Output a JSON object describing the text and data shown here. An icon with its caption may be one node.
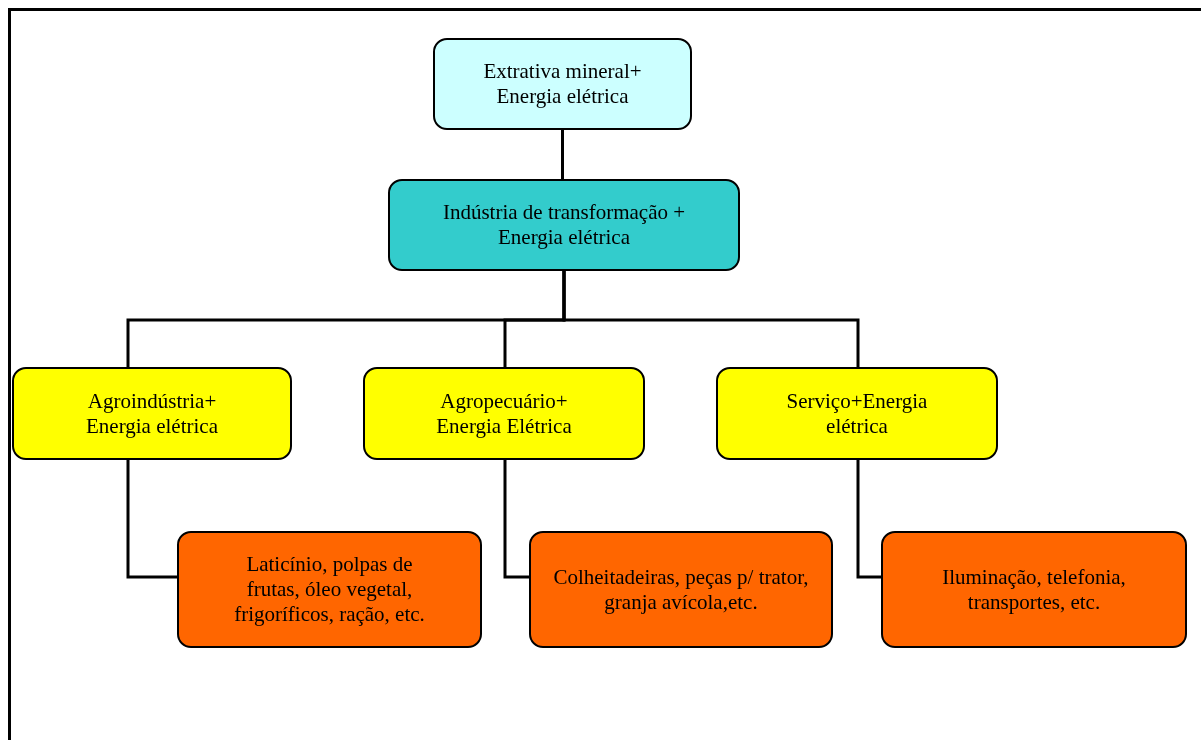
{
  "diagram": {
    "nodes": [
      {
        "text": [
          "Extrativa mineral+ Energia elétrica"
        ]
      },
      {
        "text": [
          "Indústria de transformação + Energia elétrica"
        ]
      },
      {
        "text": [
          "Agroindústria+ Energia elétrica"
        ]
      },
      {
        "text": [
          "Agropecuário+ Energia Elétrica"
        ]
      },
      {
        "text": [
          "Serviço+Energia elétrica"
        ]
      },
      {
        "text": [
          "Laticínio, polpas de frutas, óleo vegetal, frigoríficos, ração, etc."
        ]
      },
      {
        "text": [
          "Colheitadeiras, peças p/ trator, granja avícola,etc."
        ]
      },
      {
        "text": [
          "Iluminação, telefonia, transportes, etc."
        ]
      }
    ],
    "edges": [
      {
        "from": 0,
        "to": 1,
        "arrow": "none"
      },
      {
        "from": 1,
        "to": 2,
        "arrow": "none"
      },
      {
        "from": 1,
        "to": 3,
        "arrow": "none"
      },
      {
        "from": 1,
        "to": 4,
        "arrow": "none"
      },
      {
        "from": 2,
        "to": 5,
        "arrow": "none"
      },
      {
        "from": 3,
        "to": 6,
        "arrow": "none"
      },
      {
        "from": 4,
        "to": 7,
        "arrow": "none"
      }
    ]
  }
}
